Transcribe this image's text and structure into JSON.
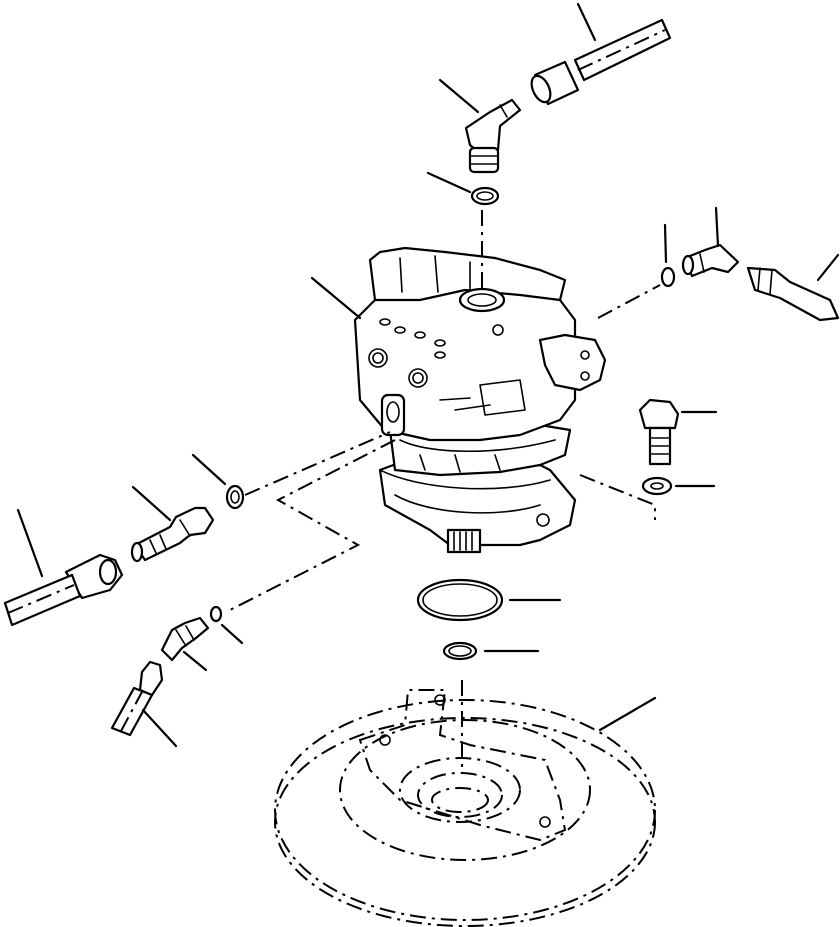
{
  "diagram": {
    "background": "#ffffff",
    "line_color": "#000000",
    "parts": [
      "motor-assembly",
      "upper-elbow-fitting",
      "upper-o-ring",
      "upper-hose",
      "right-o-ring",
      "right-elbow-fitting",
      "right-hose",
      "mounting-bolt",
      "mounting-washer",
      "left-o-ring",
      "left-connector",
      "left-hose",
      "small-o-ring",
      "small-elbow-fitting",
      "small-hose",
      "large-o-ring",
      "lower-o-ring",
      "swing-base-housing"
    ]
  }
}
